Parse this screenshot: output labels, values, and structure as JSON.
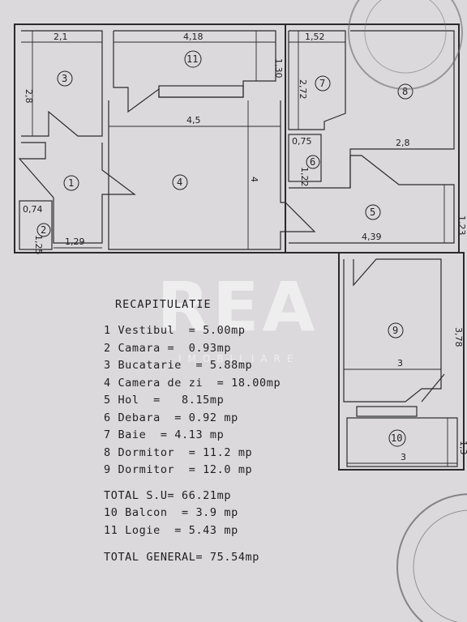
{
  "rooms": [
    {
      "id": "room-1",
      "num": "1"
    },
    {
      "id": "room-2",
      "num": "2"
    },
    {
      "id": "room-3",
      "num": "3"
    },
    {
      "id": "room-4",
      "num": "4"
    },
    {
      "id": "room-5",
      "num": "5"
    },
    {
      "id": "room-6",
      "num": "6"
    },
    {
      "id": "room-7",
      "num": "7"
    },
    {
      "id": "room-8",
      "num": "8"
    },
    {
      "id": "room-9",
      "num": "9"
    },
    {
      "id": "room-10",
      "num": "10"
    },
    {
      "id": "room-11",
      "num": "11"
    }
  ],
  "dimensions": {
    "d_2_1": "2,1",
    "d_2_8": "2,8",
    "d_4_18": "4,18",
    "d_1_30": "1,30",
    "d_1_52": "1,52",
    "d_2_72": "2,72",
    "d_4_5": "4,5",
    "d_4": "4",
    "d_0_75": "0,75",
    "d_1_22": "1,22",
    "d_2_8b": "2,8",
    "d_0_74": "0,74",
    "d_1_25": "1,25",
    "d_1_29": "1,29",
    "d_1_23": "1,23",
    "d_4_39": "4,39",
    "d_3_78": "3,78",
    "d_3": "3",
    "d_3b": "3",
    "d_1_3": "1,3"
  },
  "recap": {
    "title": "RECAPITULATIE",
    "items": [
      "1 Vestibul  = 5.00mp",
      "2 Camara =  0.93mp",
      "3 Bucatarie  = 5.88mp",
      "4 Camera de zi  = 18.00mp",
      "5 Hol  =   8.15mp",
      "6 Debara  = 0.92 mp",
      "7 Baie  = 4.13 mp",
      "8 Dormitor  = 11.2 mp",
      "9 Dormitor  = 12.0 mp"
    ],
    "total_su": "TOTAL S.U= 66.21mp",
    "extras": [
      "10 Balcon  = 3.9 mp",
      "11 Logie  = 5.43 mp"
    ],
    "total_general": "TOTAL GENERAL= 75.54mp"
  },
  "watermark": {
    "logo": "REA",
    "sub": "IMOBILIARE"
  },
  "colors": {
    "paper": "#dcd9dc",
    "ink": "#2a2a2e"
  }
}
